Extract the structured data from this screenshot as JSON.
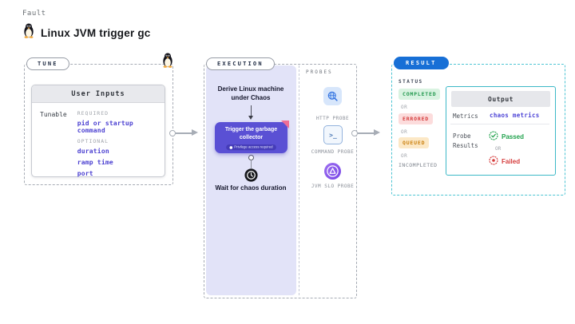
{
  "header": {
    "kicker": "Fault",
    "title": "Linux JVM trigger gc",
    "icon": "tux-penguin"
  },
  "tune": {
    "label": "TUNE",
    "corner_icon": "tux-penguin",
    "user_inputs": {
      "header": "User Inputs",
      "row_label": "Tunable",
      "required_label": "REQUIRED",
      "required_items": [
        "pid or startup command"
      ],
      "optional_label": "OPTIONAL",
      "optional_items": [
        "duration",
        "ramp time",
        "port"
      ]
    }
  },
  "execution": {
    "label": "EXECUTION",
    "derive_step": "Derive Linux machine under Chaos",
    "action": {
      "title": "Trigger the garbage collector",
      "badge": "Privilege access required"
    },
    "wait_step": "Wait for chaos duration",
    "probes": {
      "header": "PROBES",
      "items": [
        {
          "label": "HTTP PROBE",
          "icon": "http-probe-icon"
        },
        {
          "label": "COMMAND PROBE",
          "icon": "command-probe-icon"
        },
        {
          "label": "JVM SLO PROBE",
          "icon": "jvm-slo-probe-icon"
        }
      ]
    }
  },
  "result": {
    "label": "RESULT",
    "status": {
      "header": "STATUS",
      "or_label": "OR",
      "items": [
        {
          "text": "COMPLETED",
          "type": "completed"
        },
        {
          "text": "ERRORED",
          "type": "errored"
        },
        {
          "text": "QUEUED",
          "type": "queued"
        },
        {
          "text": "INCOMPLETED",
          "type": "plain"
        }
      ]
    },
    "output": {
      "header": "Output",
      "metrics_label": "Metrics",
      "metrics_value": "chaos metrics",
      "probe_results_label": "Probe Results",
      "passed_label": "Passed",
      "or_label": "OR",
      "failed_label": "Failed"
    }
  },
  "colors": {
    "lavender_panel": "#e2e3f8",
    "action_purple": "#5a50d4",
    "fold_pink": "#ee6e96",
    "link_purple": "#4b40d1",
    "result_accent": "#3cb9c7",
    "result_pill_blue": "#176fd6",
    "status_completed_green": "#23994f",
    "status_errored_red": "#d53b3b",
    "status_queued_orange": "#cb8110",
    "passed_green": "#21a24d",
    "failed_red": "#d53b3b"
  }
}
